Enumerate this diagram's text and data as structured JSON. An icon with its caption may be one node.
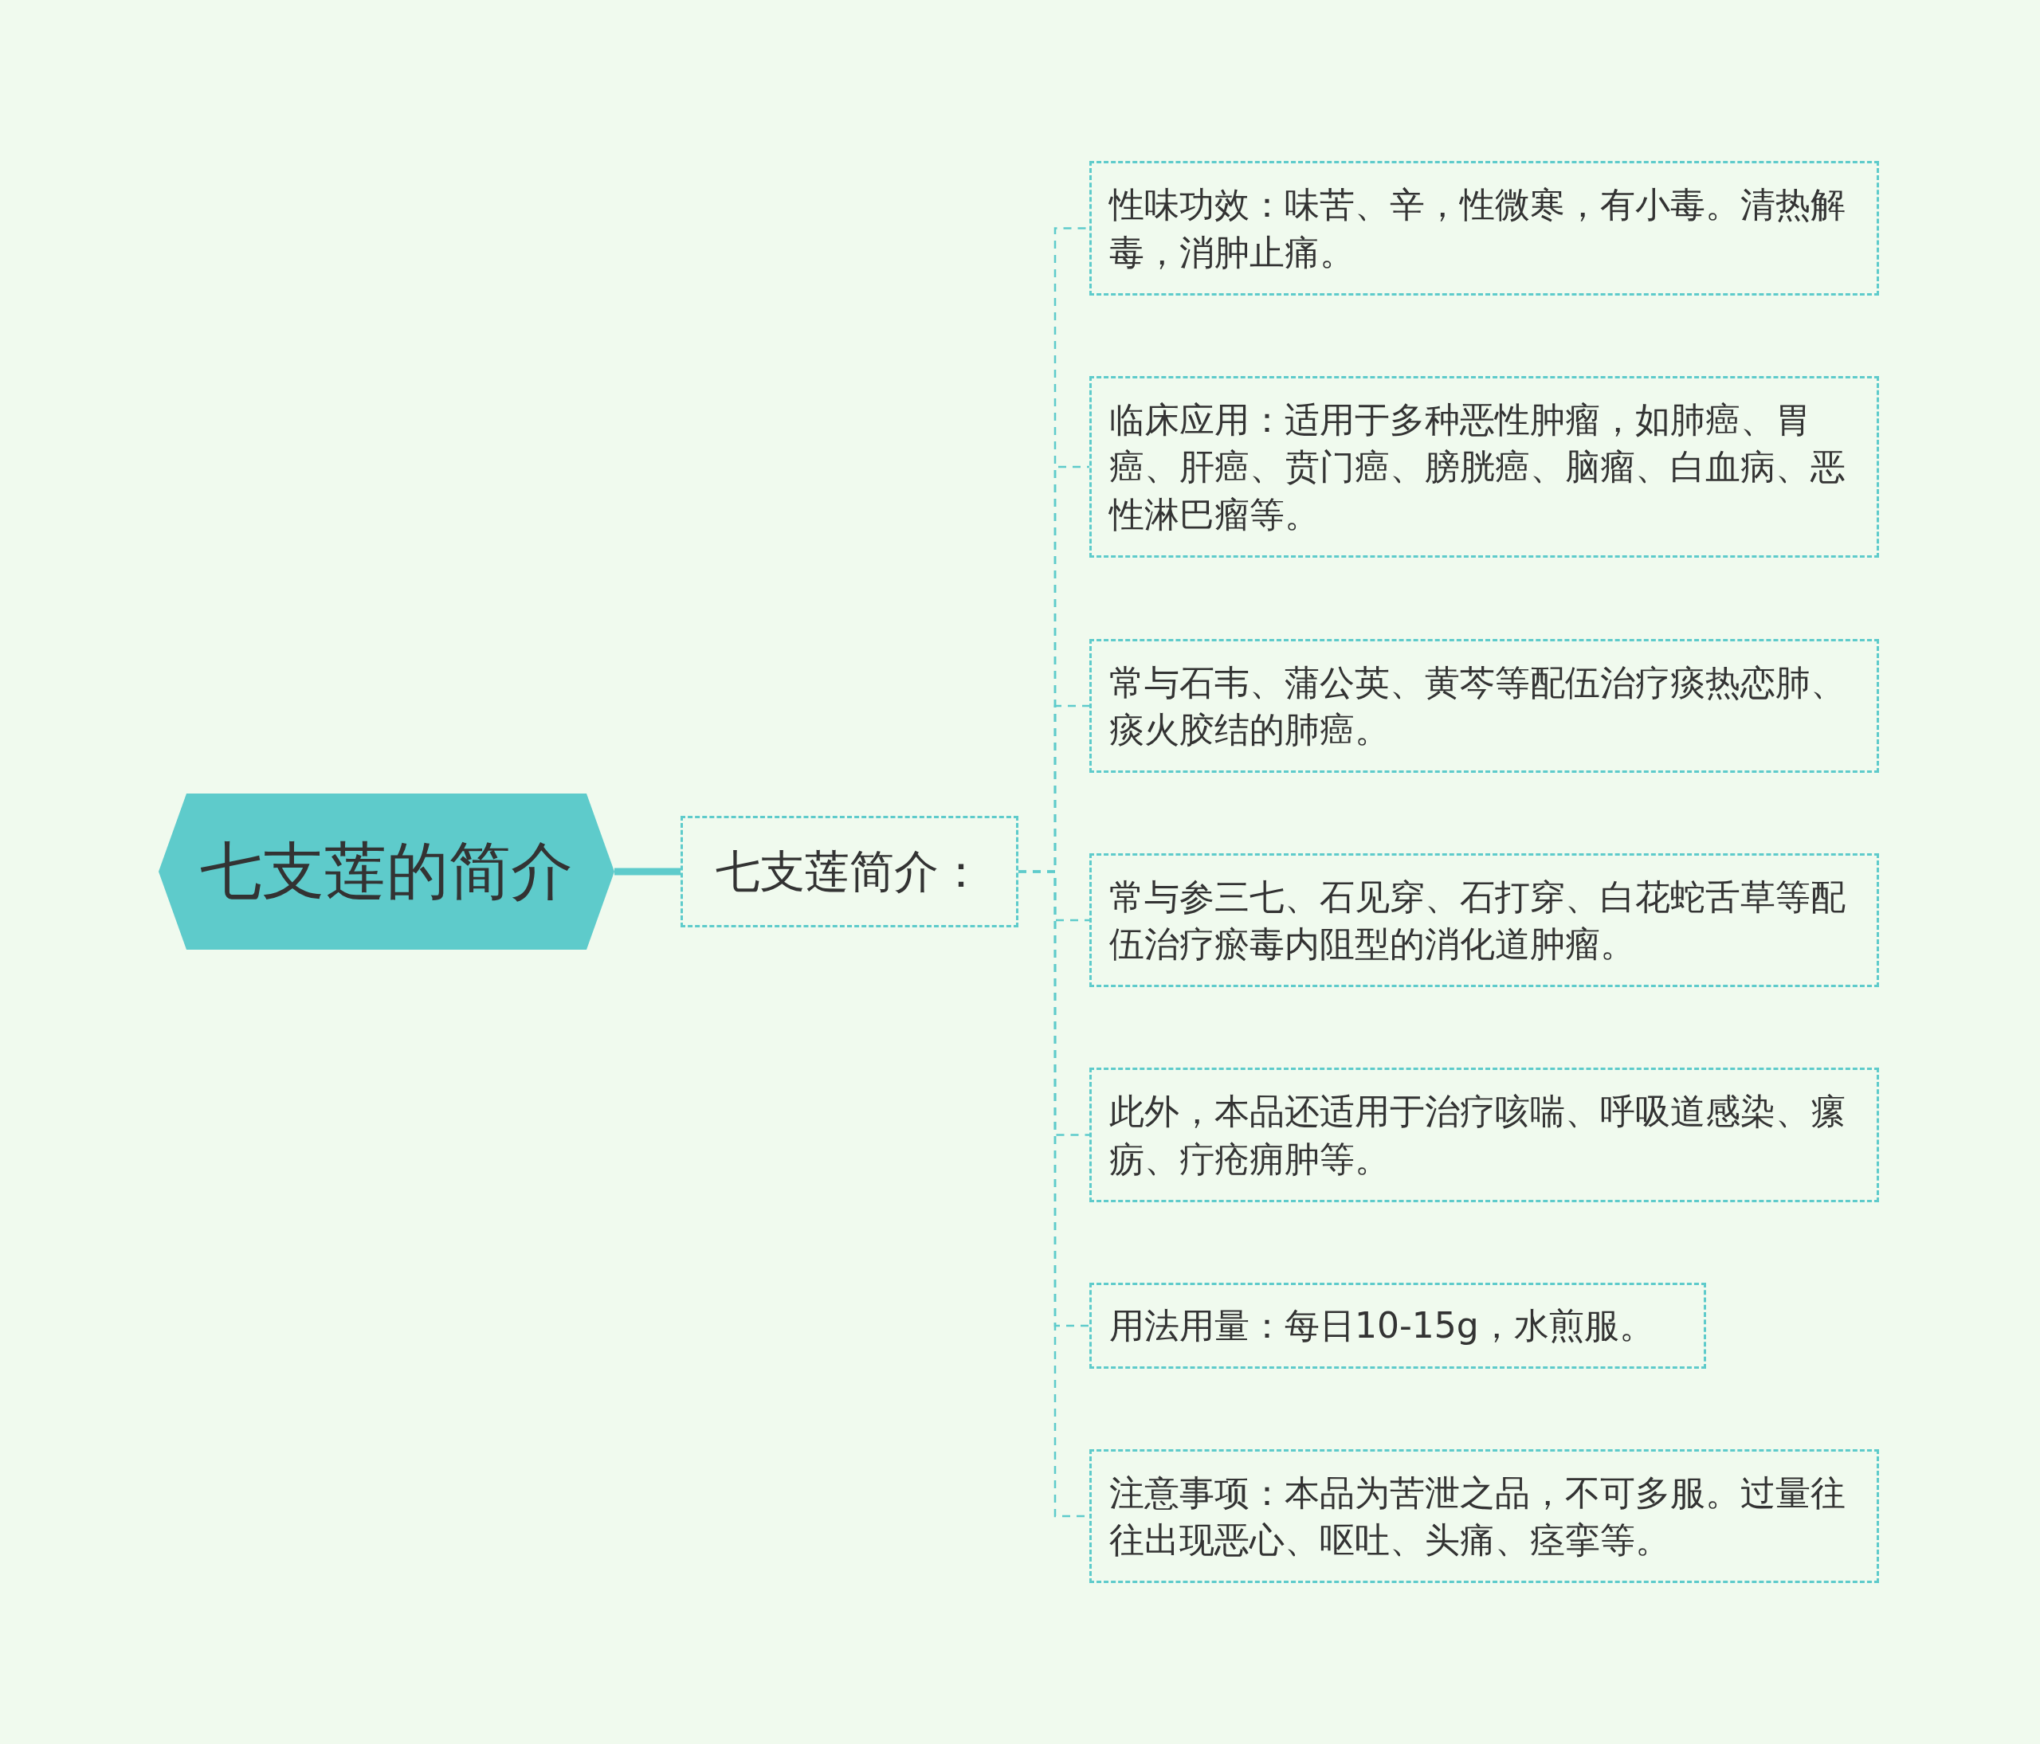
{
  "diagram": {
    "nodes": [
      {
        "text": [
          "七支莲的简介"
        ]
      },
      {
        "text": [
          "七支莲简介："
        ]
      },
      {
        "text": [
          "性味功效：味苦、辛，性微寒，有小毒。清热解毒，消肿止痛。"
        ]
      },
      {
        "text": [
          "临床应用：适用于多种恶性肿瘤，如肺癌、胃癌、肝癌、贲门癌、膀胱癌、脑瘤、白血病、恶性淋巴瘤等。"
        ]
      },
      {
        "text": [
          "常与石韦、蒲公英、黄芩等配伍治疗痰热恋肺、痰火胶结的肺癌。"
        ]
      },
      {
        "text": [
          "常与参三七、石见穿、石打穿、白花蛇舌草等配伍治疗瘀毒内阻型的消化道肿瘤。"
        ]
      },
      {
        "text": [
          "此外，本品还适用于治疗咳喘、呼吸道感染、瘰疬、疔疮痈肿等。"
        ]
      },
      {
        "text": [
          "用法用量：每日10-15g，水煎服。"
        ]
      },
      {
        "text": [
          "注意事项：本品为苦泄之品，不可多服。过量往往出现恶心、呕吐、头痛、痉挛等。"
        ]
      }
    ],
    "edges": [
      {
        "from": 0,
        "to": 1,
        "arrow": "none",
        "style": "thick"
      },
      {
        "from": 1,
        "to": 2,
        "arrow": "none",
        "style": "dashed"
      },
      {
        "from": 1,
        "to": 3,
        "arrow": "none",
        "style": "dashed"
      },
      {
        "from": 1,
        "to": 4,
        "arrow": "none",
        "style": "dashed"
      },
      {
        "from": 1,
        "to": 5,
        "arrow": "none",
        "style": "dashed"
      },
      {
        "from": 1,
        "to": 6,
        "arrow": "none",
        "style": "dashed"
      },
      {
        "from": 1,
        "to": 7,
        "arrow": "none",
        "style": "dashed"
      },
      {
        "from": 1,
        "to": 8,
        "arrow": "none",
        "style": "dashed"
      }
    ]
  }
}
